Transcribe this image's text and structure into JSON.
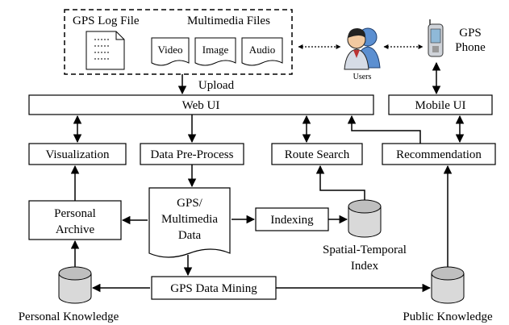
{
  "source_group": {
    "gps_log_title": "GPS Log File",
    "multimedia_title": "Multimedia Files",
    "video": "Video",
    "image": "Image",
    "audio": "Audio"
  },
  "users": "Users",
  "gps_phone": [
    "GPS",
    "Phone"
  ],
  "upload": "Upload",
  "web_ui": "Web UI",
  "mobile_ui": "Mobile UI",
  "modules": {
    "visualization": "Visualization",
    "preprocess": "Data Pre-Process",
    "route_search": "Route Search",
    "recommendation": "Recommendation"
  },
  "personal_archive": [
    "Personal",
    "Archive"
  ],
  "gps_multimedia_data": [
    "GPS/",
    "Multimedia",
    "Data"
  ],
  "indexing": "Indexing",
  "spatial_temporal_index": [
    "Spatial-Temporal",
    "Index"
  ],
  "gps_data_mining": "GPS Data Mining",
  "personal_knowledge": "Personal Knowledge",
  "public_knowledge": "Public Knowledge"
}
